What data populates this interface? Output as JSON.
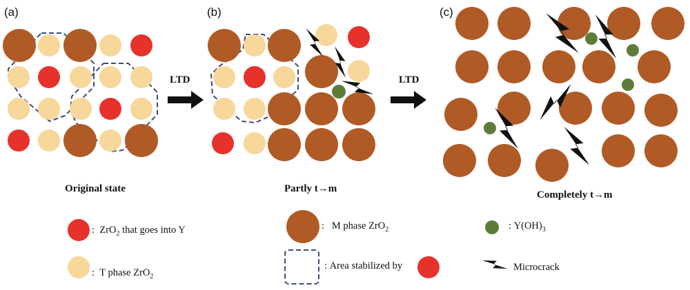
{
  "panels": [
    {
      "label": "(a)",
      "caption": "Original state"
    },
    {
      "label": "(b)",
      "caption": "Partly t→m"
    },
    {
      "label": "(c)",
      "caption": "Completely t→m"
    }
  ],
  "arrows": [
    {
      "label": "LTD"
    },
    {
      "label": "LTD"
    }
  ],
  "legend": {
    "zro2_y": {
      "prefix": "ZrO",
      "sub": "2",
      "suffix": " that goes into Y"
    },
    "t_phase": {
      "prefix": "T phase ZrO",
      "sub": "2"
    },
    "m_phase": {
      "prefix": "M phase ZrO",
      "sub": "2"
    },
    "area": {
      "text": "Area stabilized by"
    },
    "yoh3": {
      "prefix": "Y(OH)",
      "sub": "3"
    },
    "microcrack": {
      "text": "Microcrack"
    }
  },
  "colors": {
    "zro2_y": "#e6322b",
    "t_phase": "#f7d79a",
    "m_phase": "#b05a26",
    "yoh3": "#5c7d3a",
    "dashed_boundary": "#3f4a78",
    "crack": "#111111"
  }
}
